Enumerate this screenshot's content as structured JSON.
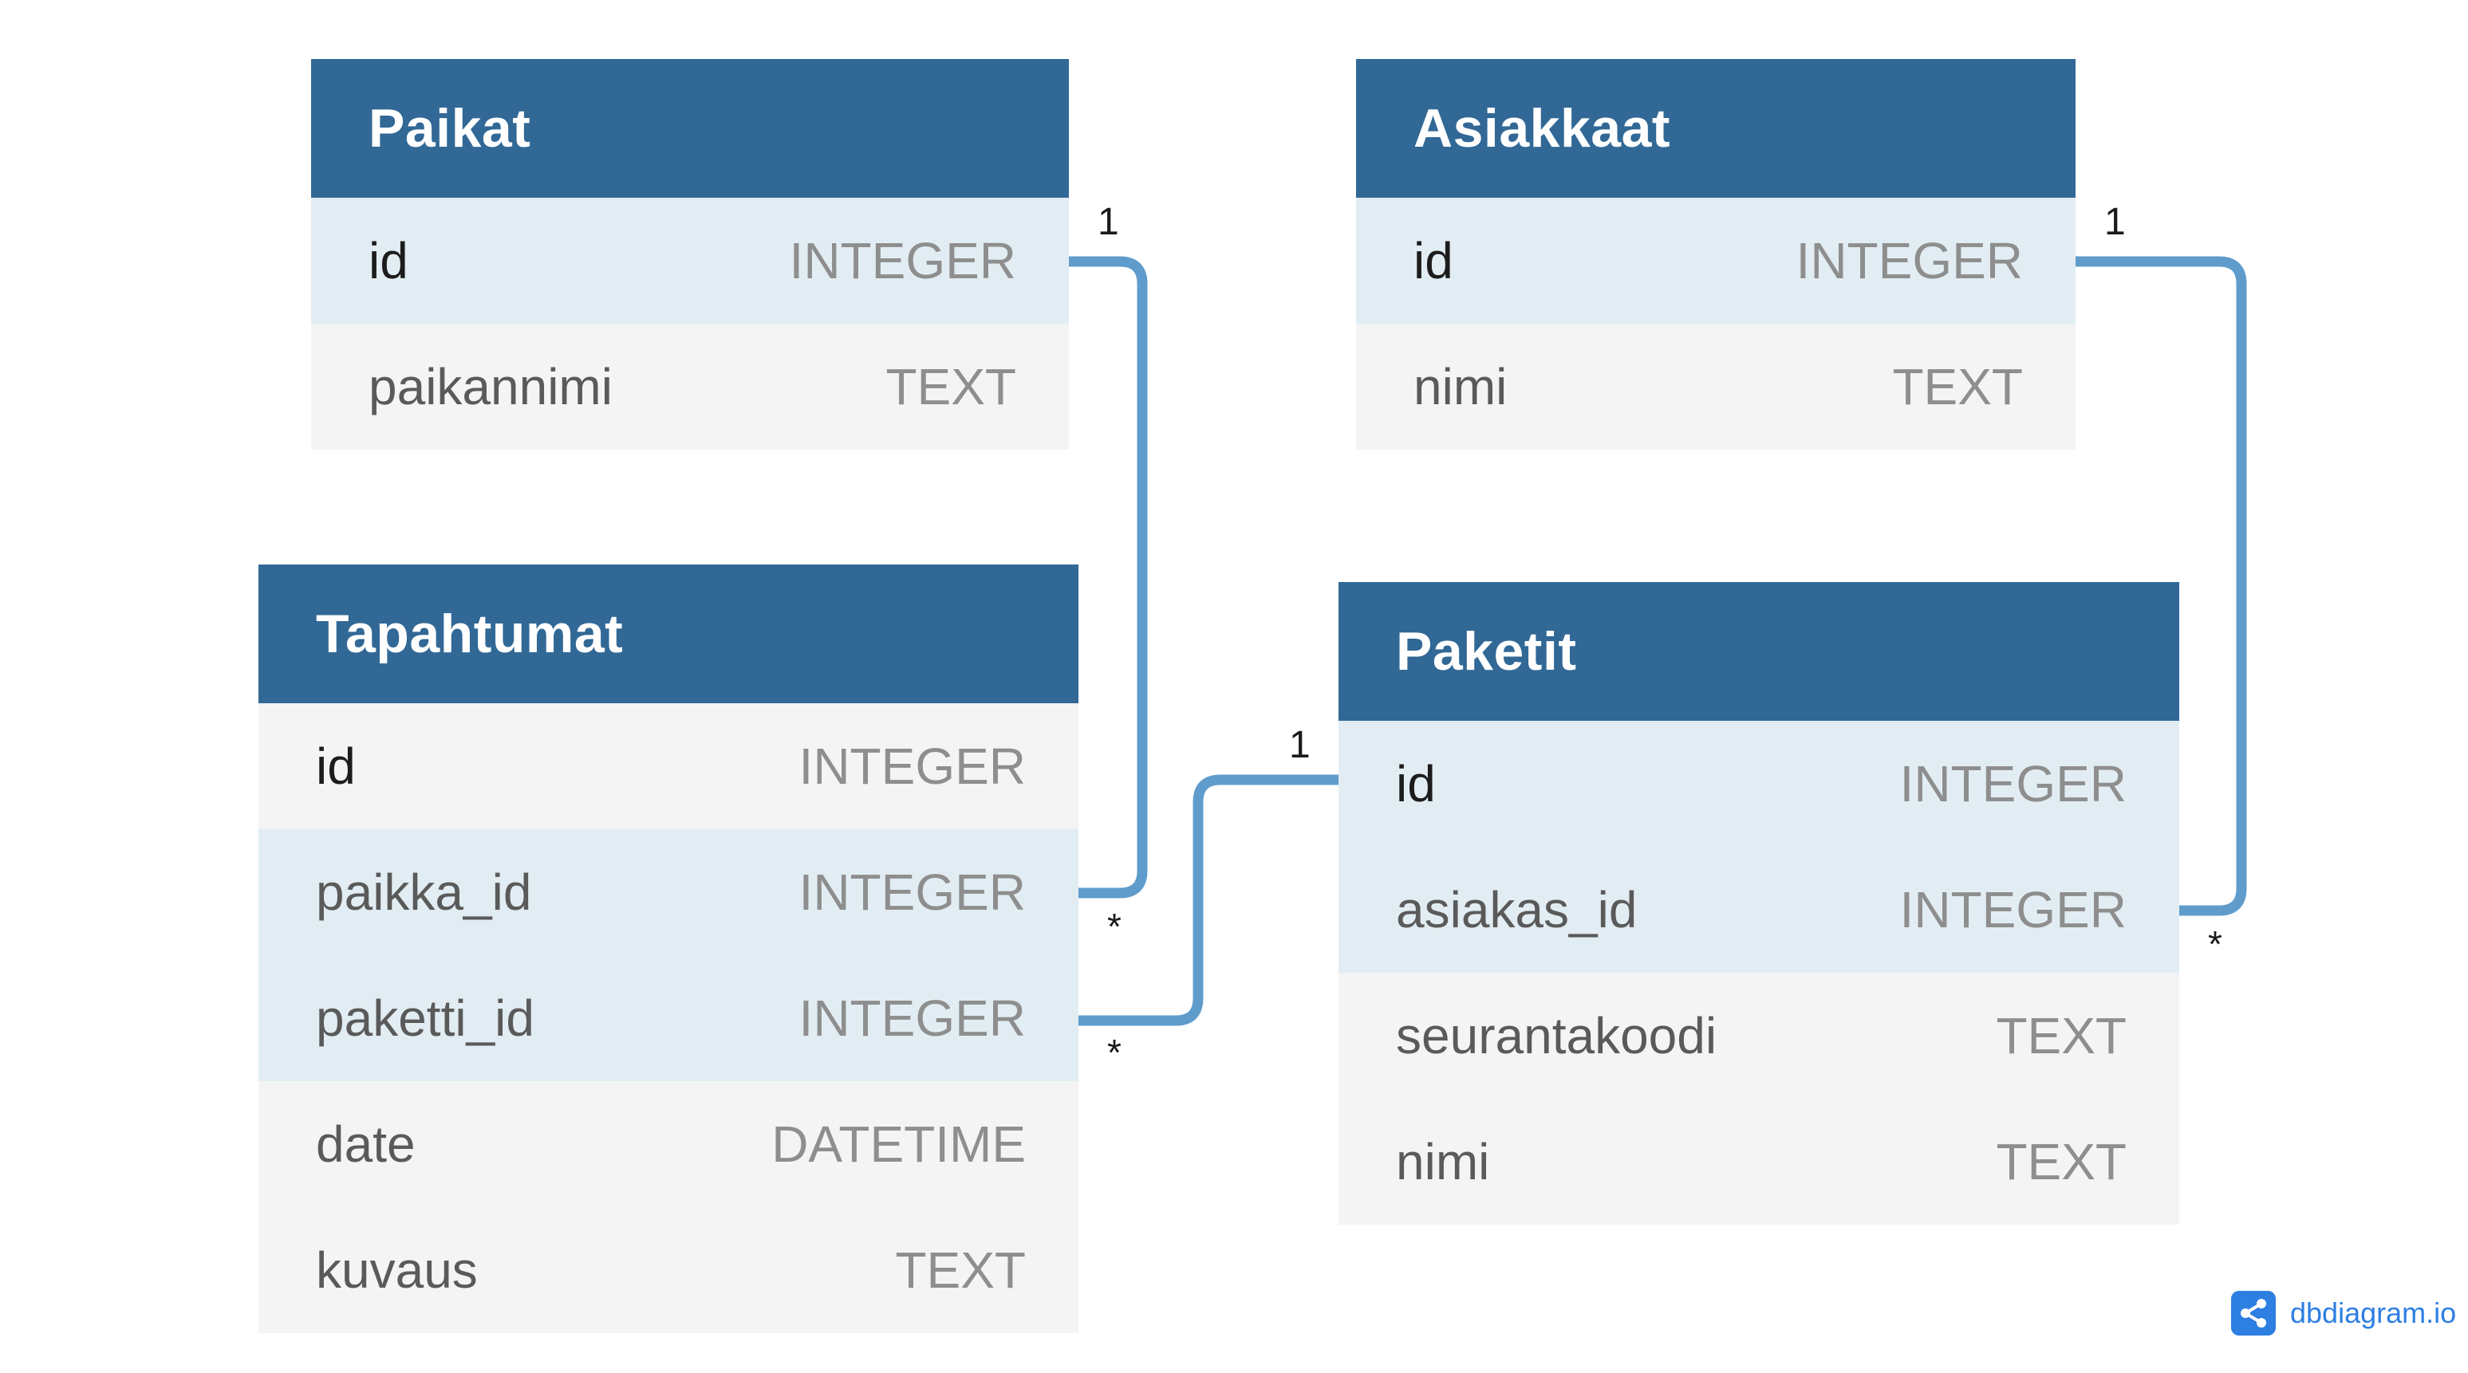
{
  "tables": {
    "paikat": {
      "title": "Paikat",
      "rows": [
        {
          "name": "id",
          "type": "INTEGER"
        },
        {
          "name": "paikannimi",
          "type": "TEXT"
        }
      ]
    },
    "asiakkaat": {
      "title": "Asiakkaat",
      "rows": [
        {
          "name": "id",
          "type": "INTEGER"
        },
        {
          "name": "nimi",
          "type": "TEXT"
        }
      ]
    },
    "tapahtumat": {
      "title": "Tapahtumat",
      "rows": [
        {
          "name": "id",
          "type": "INTEGER"
        },
        {
          "name": "paikka_id",
          "type": "INTEGER"
        },
        {
          "name": "paketti_id",
          "type": "INTEGER"
        },
        {
          "name": "date",
          "type": "DATETIME"
        },
        {
          "name": "kuvaus",
          "type": "TEXT"
        }
      ]
    },
    "paketit": {
      "title": "Paketit",
      "rows": [
        {
          "name": "id",
          "type": "INTEGER"
        },
        {
          "name": "asiakas_id",
          "type": "INTEGER"
        },
        {
          "name": "seurantakoodi",
          "type": "TEXT"
        },
        {
          "name": "nimi",
          "type": "TEXT"
        }
      ]
    }
  },
  "relations": {
    "paikat_tapahtumat": {
      "from_card": "1",
      "to_card": "*"
    },
    "paketit_tapahtumat": {
      "from_card": "1",
      "to_card": "*"
    },
    "asiakkaat_paketit": {
      "from_card": "1",
      "to_card": "*"
    }
  },
  "colors": {
    "header": "#316896",
    "row_plain": "#f4f4f4",
    "row_key": "#e1edf3",
    "connector": "#5f9ccc",
    "brand": "#2d7fe1"
  },
  "brand": {
    "text": "dbdiagram.io",
    "icon": "share-nodes-icon"
  }
}
